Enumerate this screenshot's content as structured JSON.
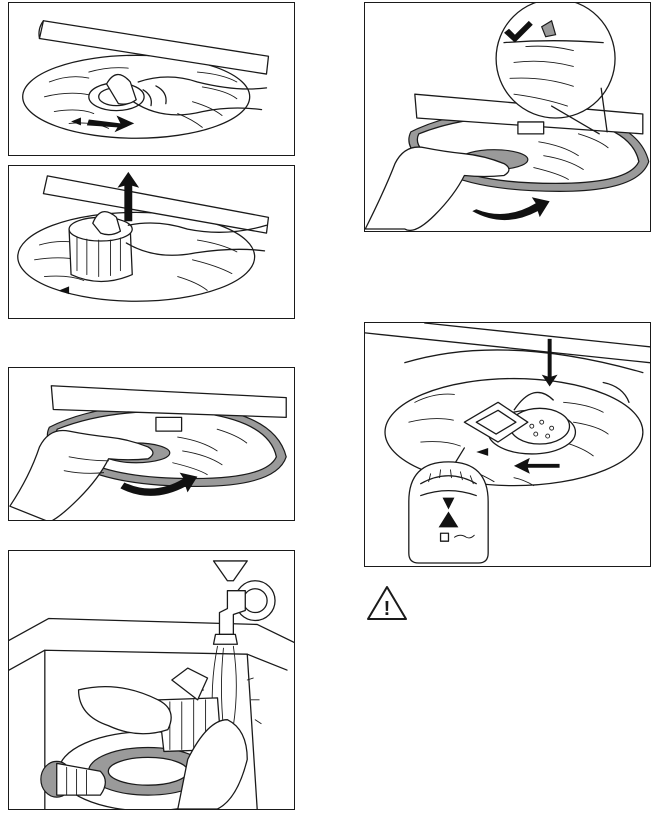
{
  "page": {
    "title": "",
    "panels": [
      {
        "id": "p1",
        "icon": "rotate-filter-illustration"
      },
      {
        "id": "p2",
        "icon": "lift-filter-illustration"
      },
      {
        "id": "p3",
        "icon": "remove-flat-filter-illustration"
      },
      {
        "id": "p4",
        "icon": "rinse-filters-under-tap-illustration"
      },
      {
        "id": "p5",
        "icon": "refit-flat-filter-illustration"
      },
      {
        "id": "p6",
        "icon": "insert-and-lock-filter-illustration"
      }
    ],
    "warning": {
      "icon": "warning-triangle-icon",
      "symbol": "!"
    }
  },
  "colors": {
    "line": "#1a1a1a",
    "fill_grey": "#9a9a9a",
    "background": "#ffffff"
  }
}
